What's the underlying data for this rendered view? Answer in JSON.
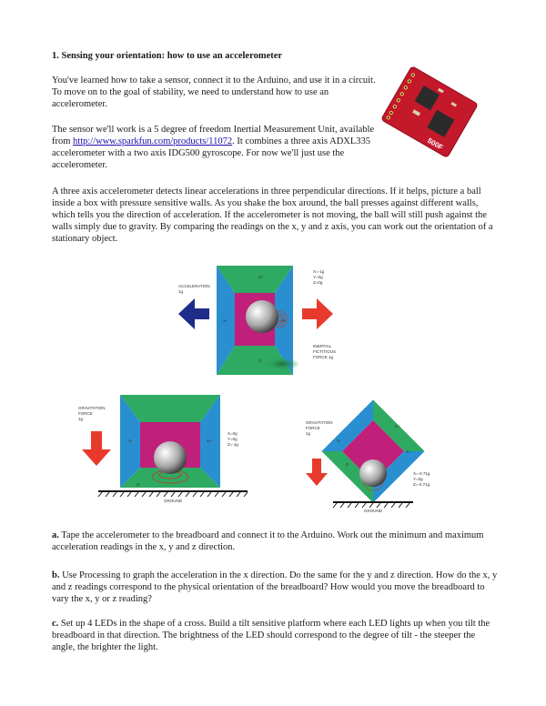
{
  "heading": "1. Sensing your orientation: how to use an accelerometer",
  "p1": "You've learned how to take a sensor, connect it to the Arduino, and use it in a circuit. To move on to the goal of stability, we need to understand how to use an accelerometer.",
  "p2": {
    "before": "The sensor we'll work is a 5 degree of freedom Inertial Measurement Unit, available from ",
    "link": "http://www.sparkfun.com/products/11072",
    "after": ". It combines a three axis ADXL335 accelerometer with a two axis IDG500 gyroscope. For now we'll just use the accelerometer."
  },
  "p3": "A three axis accelerometer detects linear accelerations in three perpendicular directions. If it helps, picture a ball inside a box with pressure sensitive walls. As you shake the box around, the ball presses against different walls, which tells you the direction of acceleration. If the accelerometer is not moving, the ball will still push against the walls simply due to gravity. By comparing the readings on the x, y and z axis, you can work out the orientation of a stationary object.",
  "sensor_board": {
    "label": "500F",
    "color": "#c4182b"
  },
  "diagram1": {
    "accel_label_1": "ACCELERATION",
    "accel_label_2": "1g",
    "readout": [
      "X=-1g",
      "Y=0g",
      "Z=0g"
    ],
    "fict_1": "INERTIAL",
    "fict_2": "FICTITIOUS",
    "fict_3": "FORCE 1g",
    "faces": [
      "Z+",
      "X-",
      "X+",
      "Z-"
    ]
  },
  "diagram2": {
    "grav_1": "GRAVITATION",
    "grav_2": "FORCE",
    "grav_3": "1g",
    "readout": [
      "X=0g",
      "Y=0g",
      "Z=-1g"
    ],
    "ground": "GROUND",
    "faces": [
      "X-",
      "X+",
      "Z-"
    ]
  },
  "diagram3": {
    "grav_1": "GRAVITATION",
    "grav_2": "FORCE",
    "grav_3": "1g",
    "readout": [
      "X=-0.71g",
      "Y=0g",
      "Z=-0.71g"
    ],
    "ground": "GROUND",
    "faces": [
      "Z+",
      "X-",
      "X+",
      "Z-"
    ]
  },
  "colors": {
    "blue_arrow": "#1f2d8a",
    "red_arrow": "#e83a2c",
    "box_blue": "#2a8fd0",
    "box_green": "#2eaa62",
    "box_magenta": "#c01f7a"
  },
  "pa": {
    "label": "a.",
    "text": " Tape the accelerometer to the breadboard and connect it to the Arduino. Work out the minimum and maximum acceleration readings in the x, y and z direction."
  },
  "pb": {
    "label": "b.",
    "text": " Use Processing to graph the acceleration in the x direction. Do the same for the y and z direction. How do the x, y and z readings correspond to the physical orientation of the breadboard? How would you move the breadboard to vary the x, y or z reading?"
  },
  "pc": {
    "label": "c.",
    "text": " Set up 4 LEDs in the shape of a cross. Build a tilt sensitive platform where each LED lights up when you tilt the breadboard in that direction. The brightness of the LED should correspond to the degree of tilt - the steeper the angle, the brighter the light."
  }
}
